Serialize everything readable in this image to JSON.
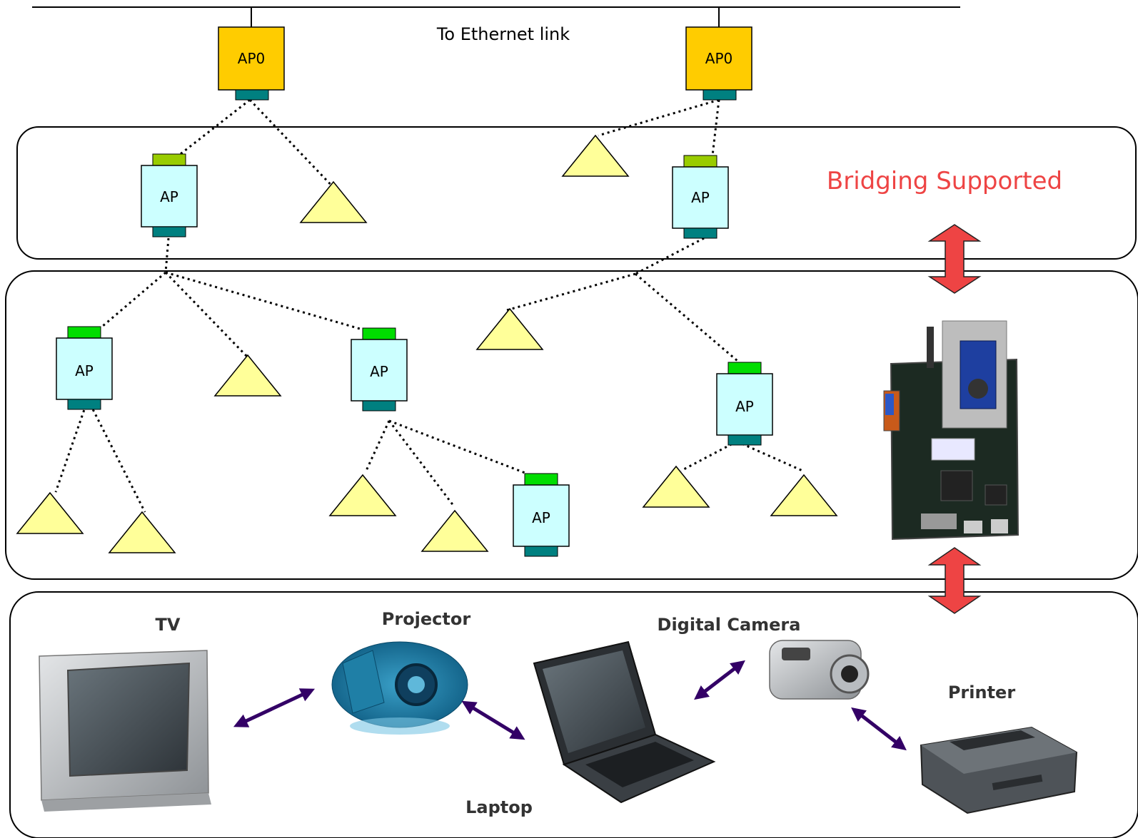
{
  "ethernet_label": "To Ethernet link",
  "root_ap_label": "AP0",
  "ap_label": "AP",
  "bridging_label": "Bridging Supported",
  "devices": {
    "tv": "TV",
    "projector": "Projector",
    "laptop": "Laptop",
    "camera": "Digital Camera",
    "printer": "Printer"
  },
  "colors": {
    "root_ap": "#ffcc00",
    "ap": "#ccffff",
    "ap_port": "#008080",
    "ap_antenna": "#00dd00",
    "station": "#ffff99",
    "bridging_text": "#ee4444",
    "bridging_arrow": "#ee4444",
    "device_arrow": "#330066"
  }
}
